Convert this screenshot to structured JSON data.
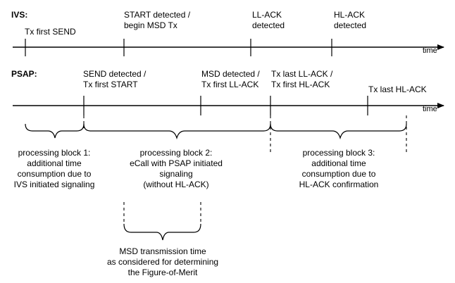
{
  "ivs": {
    "label": "IVS:",
    "time_label": "time",
    "events": [
      {
        "line1": "Tx first SEND",
        "line2": ""
      },
      {
        "line1": "START detected /",
        "line2": "begin MSD Tx"
      },
      {
        "line1": "LL-ACK",
        "line2": "detected"
      },
      {
        "line1": "HL-ACK",
        "line2": "detected"
      }
    ]
  },
  "psap": {
    "label": "PSAP:",
    "time_label": "time",
    "events": [
      {
        "line1": "SEND detected /",
        "line2": "Tx first START"
      },
      {
        "line1": "MSD detected /",
        "line2": "Tx first LL-ACK"
      },
      {
        "line1": "Tx last LL-ACK /",
        "line2": "Tx first HL-ACK"
      },
      {
        "line1": "Tx last HL-ACK",
        "line2": ""
      }
    ]
  },
  "blocks": [
    {
      "lines": [
        "processing block 1:",
        "additional time",
        "consumption due to",
        "IVS initiated signaling"
      ]
    },
    {
      "lines": [
        "processing block 2:",
        "eCall with PSAP initiated",
        "signaling",
        "(without HL-ACK)"
      ]
    },
    {
      "lines": [
        "processing block 3:",
        "additional time",
        "consumption due to",
        "HL-ACK confirmation"
      ]
    }
  ],
  "msd": {
    "lines": [
      "MSD transmission time",
      "as considered for determining",
      "the Figure-of-Merit"
    ]
  }
}
